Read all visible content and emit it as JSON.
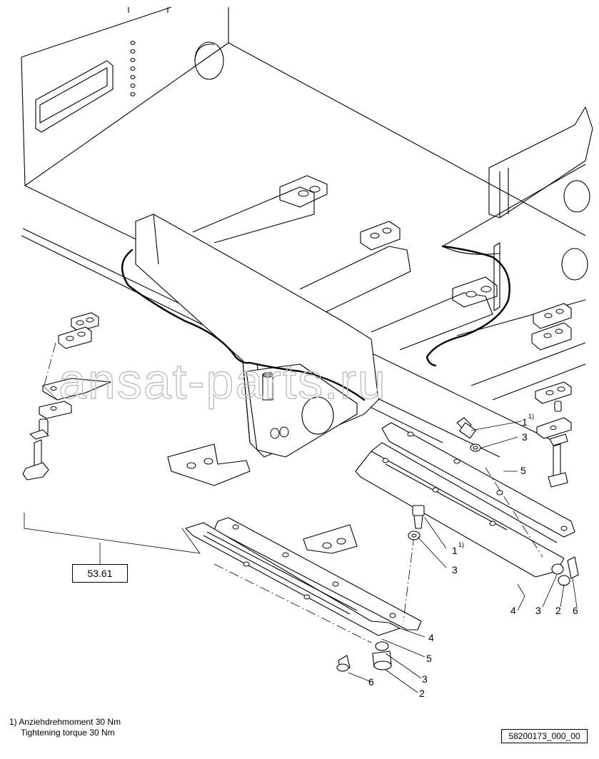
{
  "watermark": "ansat-parts.ru",
  "reference_box": "53.61",
  "drawing_number": "58200173_000_00",
  "footnote": {
    "line_de": "1) Anziehdrehmoment 30 Nm",
    "line_en": "Tightening torque 30 Nm"
  },
  "callouts": {
    "c1_top": "1",
    "c1_top_sup": "1)",
    "c3_top": "3",
    "c5_top": "5",
    "c1_mid": "1",
    "c1_mid_sup": "1)",
    "c3_mid": "3",
    "c4_right": "4",
    "c3_right": "3",
    "c2_right": "2",
    "c6_right": "6",
    "c4_left": "4",
    "c5_left": "5",
    "c3_left": "3",
    "c2_left": "2",
    "c6_left": "6"
  }
}
